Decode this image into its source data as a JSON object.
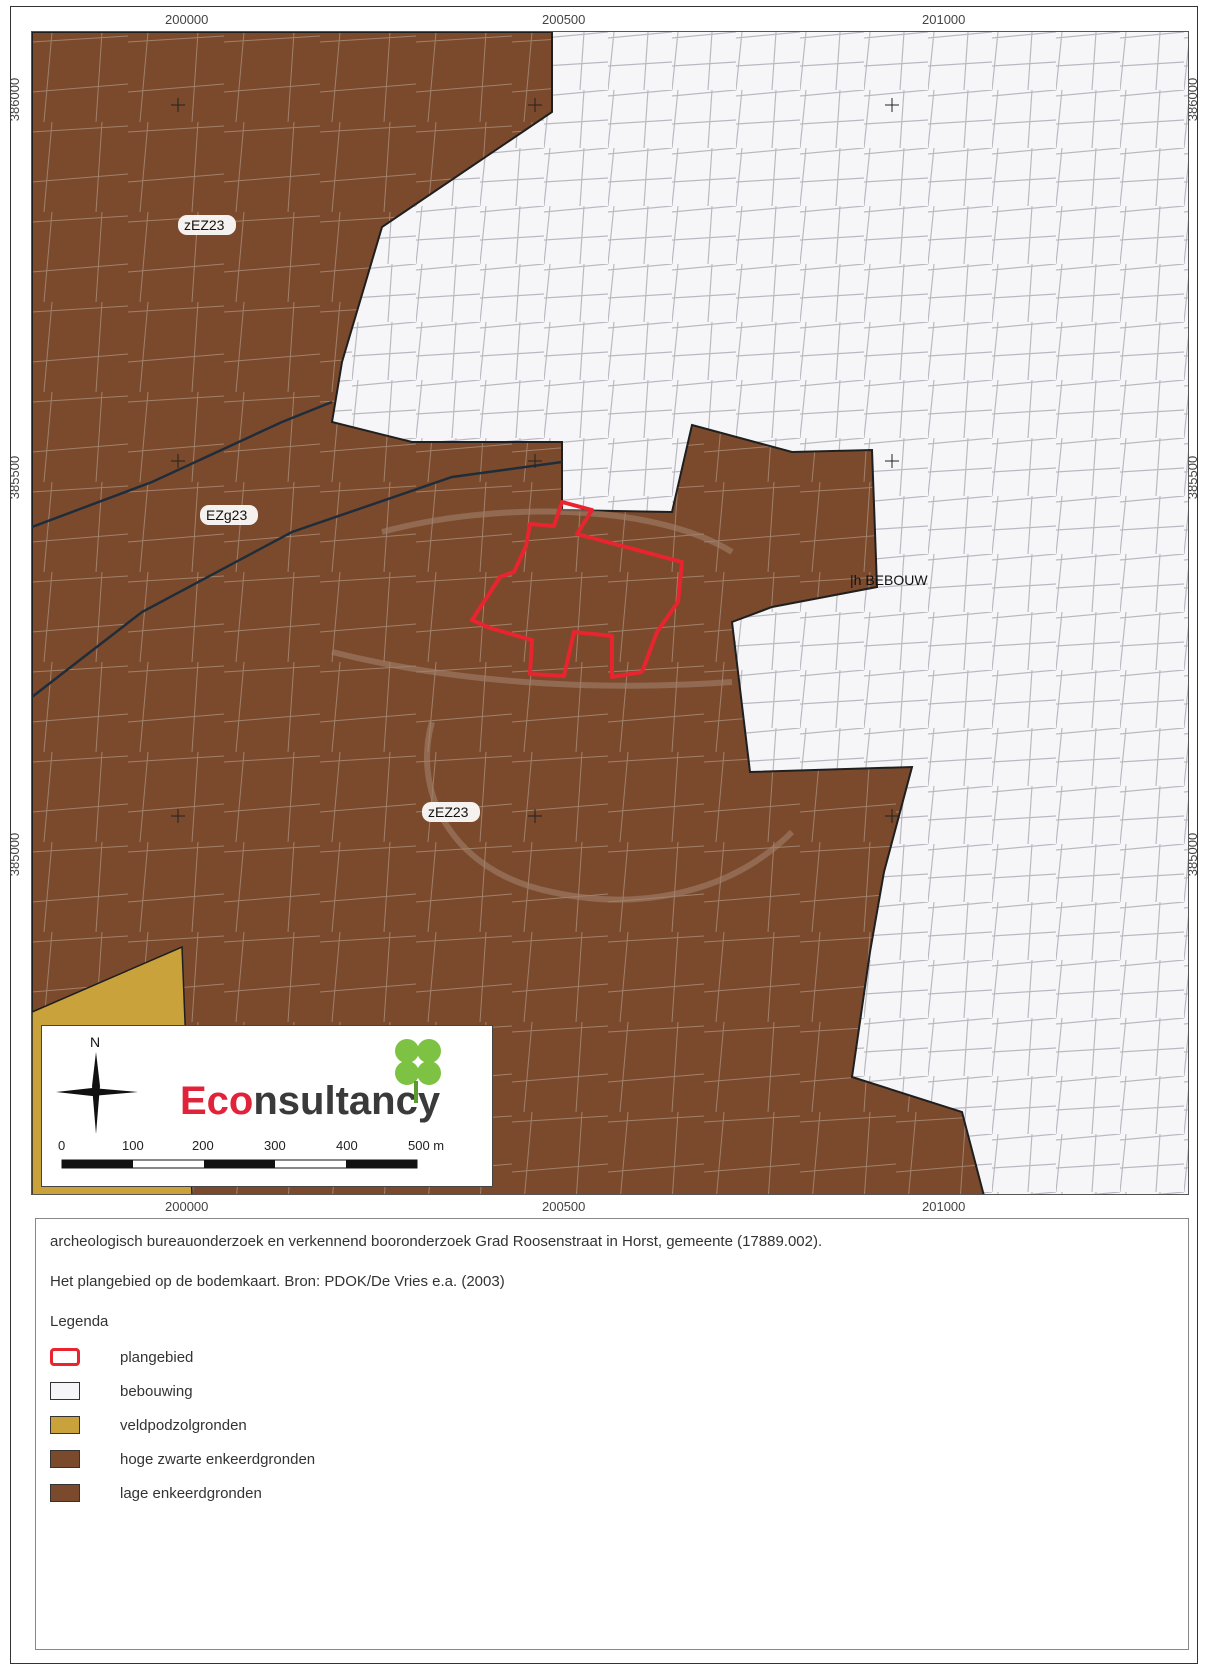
{
  "coords": {
    "x_labels": [
      "200000",
      "200500",
      "201000"
    ],
    "y_labels": [
      "386000",
      "385500",
      "385000"
    ]
  },
  "soil_labels": {
    "zez23_top": "zEZ23",
    "ezg23": "EZg23",
    "zez23_bottom": "zEZ23",
    "bebouw": "|h BEBOUW"
  },
  "logo": {
    "north": "N",
    "brand_prefix": "Eco",
    "brand_suffix": "nsultancy",
    "scale_ticks": [
      "0",
      "100",
      "200",
      "300",
      "400",
      "500 m"
    ],
    "brand_color": "#e0233a",
    "brand_dark": "#3a3a3a",
    "clover_color": "#7dc242"
  },
  "caption": {
    "project": "archeologisch bureauonderzoek en verkennend booronderzoek Grad Roosenstraat in Horst, gemeente  (17889.002).",
    "source": "Het plangebied op de bodemkaart. Bron: PDOK/De Vries e.a. (2003)"
  },
  "legend": {
    "title": "Legenda",
    "items": [
      {
        "label": "plangebied",
        "color": "#e8242f"
      },
      {
        "label": "bebouwing",
        "color": "#f6f6f9"
      },
      {
        "label": "veldpodzolgronden",
        "color": "#c9a23b"
      },
      {
        "label": "hoge zwarte enkeerdgronden",
        "color": "#7b4a2c"
      },
      {
        "label": "lage enkeerdgronden",
        "color": "#7b4a2c"
      }
    ]
  }
}
